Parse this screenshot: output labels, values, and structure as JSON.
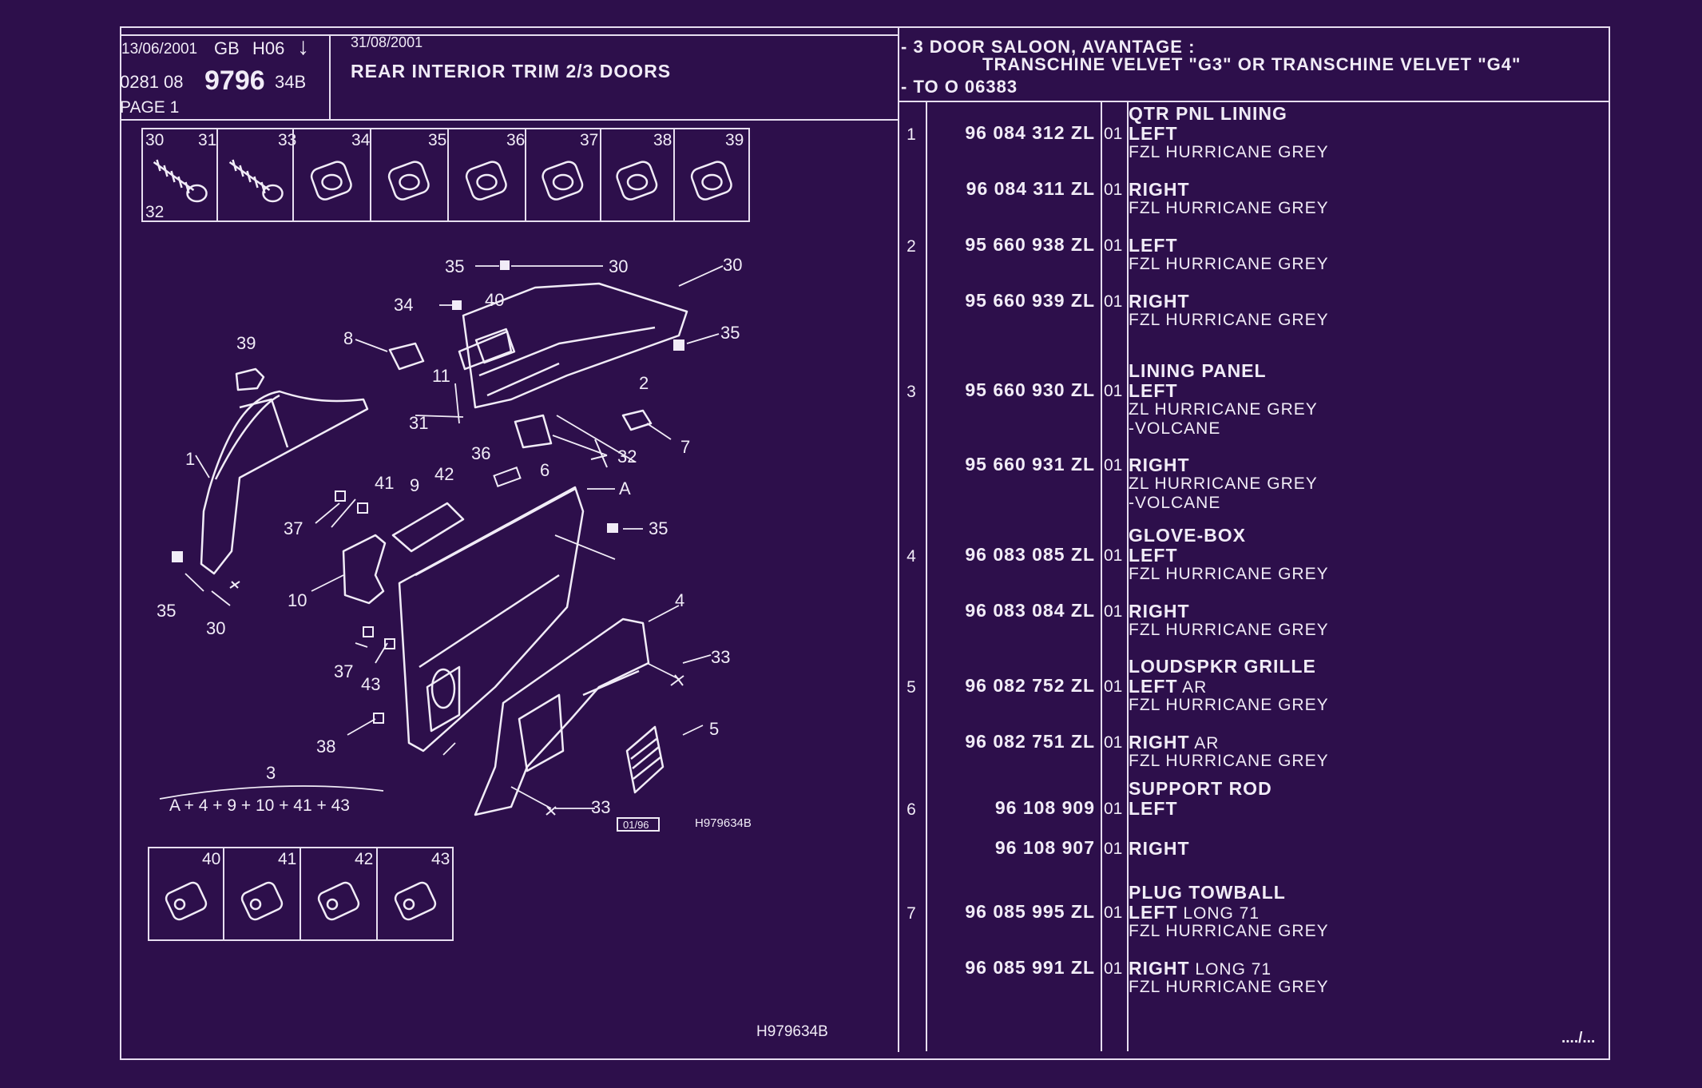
{
  "header": {
    "date": "13/06/2001",
    "lang": "GB",
    "code": "H06",
    "arrow": "↓",
    "ref_prefix": "0281 08",
    "ref_main": "9796",
    "ref_suffix": "34B",
    "page": "PAGE 1",
    "date2": "31/08/2001",
    "title": "REAR INTERIOR TRIM 2/3 DOORS",
    "model_line1": "- 3 DOOR SALOON, AVANTAGE :",
    "model_line2": "TRANSCHINE VELVET \"G3\" OR TRANSCHINE VELVET \"G4\"",
    "model_line3": "- TO O  06383"
  },
  "fasteners_top": [
    "30",
    "31",
    "32",
    "33",
    "34",
    "35",
    "36",
    "37",
    "38",
    "39"
  ],
  "fasteners_bottom": [
    "40",
    "41",
    "42",
    "43"
  ],
  "diagram": {
    "callouts": [
      "35",
      "30",
      "30",
      "40",
      "34",
      "35",
      "8",
      "39",
      "11",
      "2",
      "31",
      "36",
      "6",
      "32",
      "7",
      "1",
      "41",
      "42",
      "9",
      "A",
      "37",
      "35",
      "10",
      "35",
      "30",
      "4",
      "33",
      "37",
      "43",
      "5",
      "38",
      "33",
      "3"
    ],
    "formula": "A + 4 + 9 + 10 + 41 + 43",
    "date_box": "01/96",
    "ref": "H979634B"
  },
  "footer": {
    "ref": "H979634B",
    "continue": "..../..."
  },
  "parts": [
    {
      "idx": "1",
      "title": "QTR PNL LINING",
      "pn": "96 084 312 ZL",
      "qty": "01",
      "side": "LEFT",
      "extra": "",
      "desc": [
        "FZL HURRICANE GREY"
      ]
    },
    {
      "idx": "",
      "title": "",
      "pn": "96 084 311 ZL",
      "qty": "01",
      "side": "RIGHT",
      "extra": "",
      "desc": [
        "FZL HURRICANE GREY"
      ]
    },
    {
      "idx": "2",
      "title": "",
      "pn": "95 660 938 ZL",
      "qty": "01",
      "side": "LEFT",
      "extra": "",
      "desc": [
        "FZL HURRICANE GREY"
      ]
    },
    {
      "idx": "",
      "title": "",
      "pn": "95 660 939 ZL",
      "qty": "01",
      "side": "RIGHT",
      "extra": "",
      "desc": [
        "FZL HURRICANE GREY"
      ]
    },
    {
      "idx": "3",
      "title": "LINING PANEL",
      "pn": "95 660 930 ZL",
      "qty": "01",
      "side": "LEFT",
      "extra": "",
      "desc": [
        "ZL HURRICANE GREY",
        "-VOLCANE"
      ]
    },
    {
      "idx": "",
      "title": "",
      "pn": "95 660 931 ZL",
      "qty": "01",
      "side": "RIGHT",
      "extra": "",
      "desc": [
        "ZL HURRICANE GREY",
        "-VOLCANE"
      ]
    },
    {
      "idx": "4",
      "title": "GLOVE-BOX",
      "pn": "96 083 085 ZL",
      "qty": "01",
      "side": "LEFT",
      "extra": "",
      "desc": [
        "FZL HURRICANE GREY"
      ]
    },
    {
      "idx": "",
      "title": "",
      "pn": "96 083 084 ZL",
      "qty": "01",
      "side": "RIGHT",
      "extra": "",
      "desc": [
        "FZL HURRICANE GREY"
      ]
    },
    {
      "idx": "5",
      "title": "LOUDSPKR GRILLE",
      "pn": "96 082 752 ZL",
      "qty": "01",
      "side": "LEFT",
      "extra": "AR",
      "desc": [
        "FZL HURRICANE GREY"
      ]
    },
    {
      "idx": "",
      "title": "",
      "pn": "96 082 751 ZL",
      "qty": "01",
      "side": "RIGHT",
      "extra": "AR",
      "desc": [
        "FZL HURRICANE GREY"
      ]
    },
    {
      "idx": "6",
      "title": "SUPPORT ROD",
      "pn": "96 108 909",
      "qty": "01",
      "side": "LEFT",
      "extra": "",
      "desc": []
    },
    {
      "idx": "",
      "title": "",
      "pn": "96 108 907",
      "qty": "01",
      "side": "RIGHT",
      "extra": "",
      "desc": []
    },
    {
      "idx": "7",
      "title": "PLUG TOWBALL",
      "pn": "96 085 995 ZL",
      "qty": "01",
      "side": "LEFT",
      "extra": "LONG 71",
      "desc": [
        "FZL HURRICANE GREY"
      ]
    },
    {
      "idx": "",
      "title": "",
      "pn": "96 085 991 ZL",
      "qty": "01",
      "side": "RIGHT",
      "extra": "LONG 71",
      "desc": [
        "FZL HURRICANE GREY"
      ]
    }
  ]
}
